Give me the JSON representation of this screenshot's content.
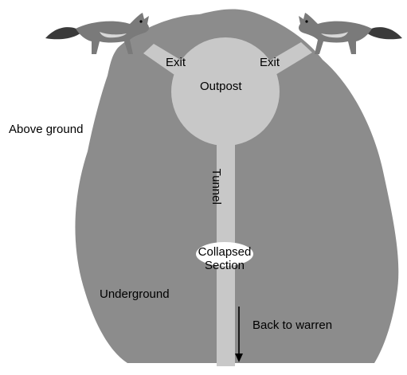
{
  "diagram": {
    "labels": {
      "exit_left": "Exit",
      "exit_right": "Exit",
      "outpost": "Outpost",
      "above_ground": "Above ground",
      "tunnel": "Tunnel",
      "collapsed_line1": "Collapsed",
      "collapsed_line2": "Section",
      "underground": "Underground",
      "back_to_warren": "Back to warren"
    },
    "colors": {
      "ground": "#8c8c8c",
      "chamber": "#c8c8c8",
      "collapse": "#ffffff",
      "arrow": "#000000"
    },
    "icons": {
      "animal_left": "fox-icon",
      "animal_right": "fox-icon"
    }
  }
}
